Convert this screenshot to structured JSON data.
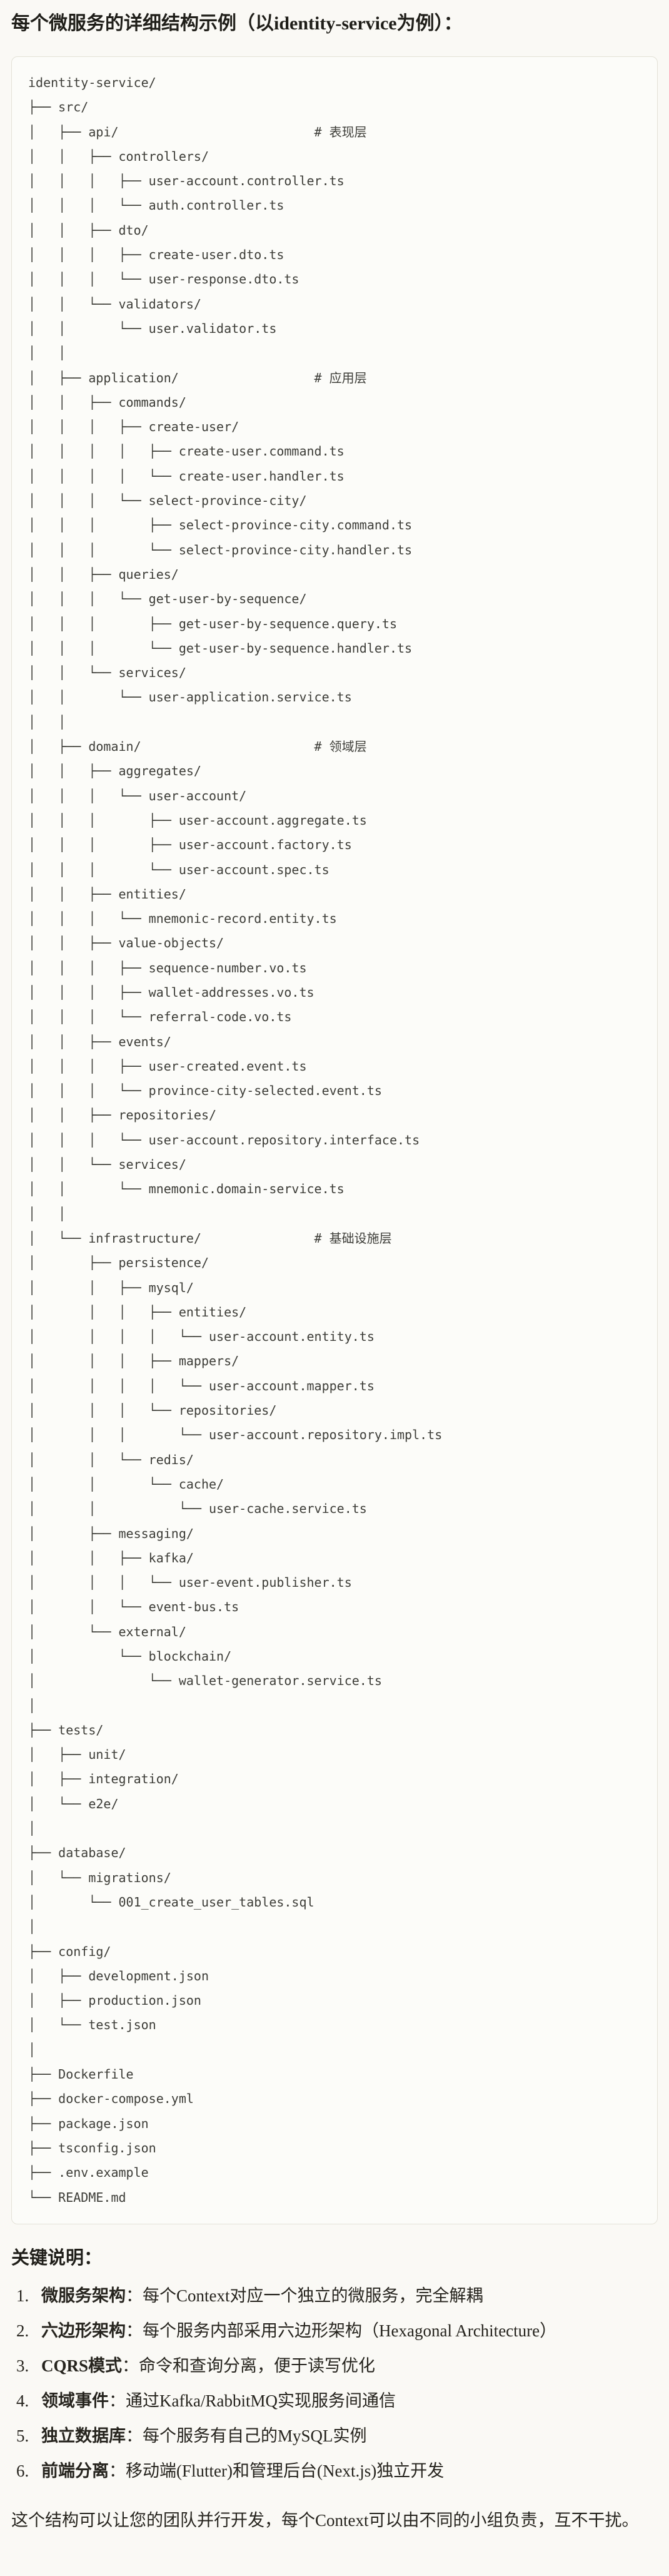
{
  "title": "每个微服务的详细结构示例（以identity-service为例）：",
  "tree": {
    "lines": [
      "identity-service/",
      "├── src/",
      "│   ├── api/                          # 表现层",
      "│   │   ├── controllers/",
      "│   │   │   ├── user-account.controller.ts",
      "│   │   │   └── auth.controller.ts",
      "│   │   ├── dto/",
      "│   │   │   ├── create-user.dto.ts",
      "│   │   │   └── user-response.dto.ts",
      "│   │   └── validators/",
      "│   │       └── user.validator.ts",
      "│   │",
      "│   ├── application/                  # 应用层",
      "│   │   ├── commands/",
      "│   │   │   ├── create-user/",
      "│   │   │   │   ├── create-user.command.ts",
      "│   │   │   │   └── create-user.handler.ts",
      "│   │   │   └── select-province-city/",
      "│   │   │       ├── select-province-city.command.ts",
      "│   │   │       └── select-province-city.handler.ts",
      "│   │   ├── queries/",
      "│   │   │   └── get-user-by-sequence/",
      "│   │   │       ├── get-user-by-sequence.query.ts",
      "│   │   │       └── get-user-by-sequence.handler.ts",
      "│   │   └── services/",
      "│   │       └── user-application.service.ts",
      "│   │",
      "│   ├── domain/                       # 领域层",
      "│   │   ├── aggregates/",
      "│   │   │   └── user-account/",
      "│   │   │       ├── user-account.aggregate.ts",
      "│   │   │       ├── user-account.factory.ts",
      "│   │   │       └── user-account.spec.ts",
      "│   │   ├── entities/",
      "│   │   │   └── mnemonic-record.entity.ts",
      "│   │   ├── value-objects/",
      "│   │   │   ├── sequence-number.vo.ts",
      "│   │   │   ├── wallet-addresses.vo.ts",
      "│   │   │   └── referral-code.vo.ts",
      "│   │   ├── events/",
      "│   │   │   ├── user-created.event.ts",
      "│   │   │   └── province-city-selected.event.ts",
      "│   │   ├── repositories/",
      "│   │   │   └── user-account.repository.interface.ts",
      "│   │   └── services/",
      "│   │       └── mnemonic.domain-service.ts",
      "│   │",
      "│   └── infrastructure/               # 基础设施层",
      "│       ├── persistence/",
      "│       │   ├── mysql/",
      "│       │   │   ├── entities/",
      "│       │   │   │   └── user-account.entity.ts",
      "│       │   │   ├── mappers/",
      "│       │   │   │   └── user-account.mapper.ts",
      "│       │   │   └── repositories/",
      "│       │   │       └── user-account.repository.impl.ts",
      "│       │   └── redis/",
      "│       │       └── cache/",
      "│       │           └── user-cache.service.ts",
      "│       ├── messaging/",
      "│       │   ├── kafka/",
      "│       │   │   └── user-event.publisher.ts",
      "│       │   └── event-bus.ts",
      "│       └── external/",
      "│           └── blockchain/",
      "│               └── wallet-generator.service.ts",
      "│",
      "├── tests/",
      "│   ├── unit/",
      "│   ├── integration/",
      "│   └── e2e/",
      "│",
      "├── database/",
      "│   └── migrations/",
      "│       └── 001_create_user_tables.sql",
      "│",
      "├── config/",
      "│   ├── development.json",
      "│   ├── production.json",
      "│   └── test.json",
      "│",
      "├── Dockerfile",
      "├── docker-compose.yml",
      "├── package.json",
      "├── tsconfig.json",
      "├── .env.example",
      "└── README.md"
    ]
  },
  "notes": {
    "heading": "关键说明：",
    "items": [
      {
        "num": "1.",
        "term": "微服务架构",
        "desc": "：每个Context对应一个独立的微服务，完全解耦"
      },
      {
        "num": "2.",
        "term": "六边形架构",
        "desc": "：每个服务内部采用六边形架构（Hexagonal Architecture）"
      },
      {
        "num": "3.",
        "term": "CQRS模式",
        "desc": "：命令和查询分离，便于读写优化"
      },
      {
        "num": "4.",
        "term": "领域事件",
        "desc": "：通过Kafka/RabbitMQ实现服务间通信"
      },
      {
        "num": "5.",
        "term": "独立数据库",
        "desc": "：每个服务有自己的MySQL实例"
      },
      {
        "num": "6.",
        "term": "前端分离",
        "desc": "：移动端(Flutter)和管理后台(Next.js)独立开发"
      }
    ],
    "footer": "这个结构可以让您的团队并行开发，每个Context可以由不同的小组负责，互不干扰。"
  }
}
